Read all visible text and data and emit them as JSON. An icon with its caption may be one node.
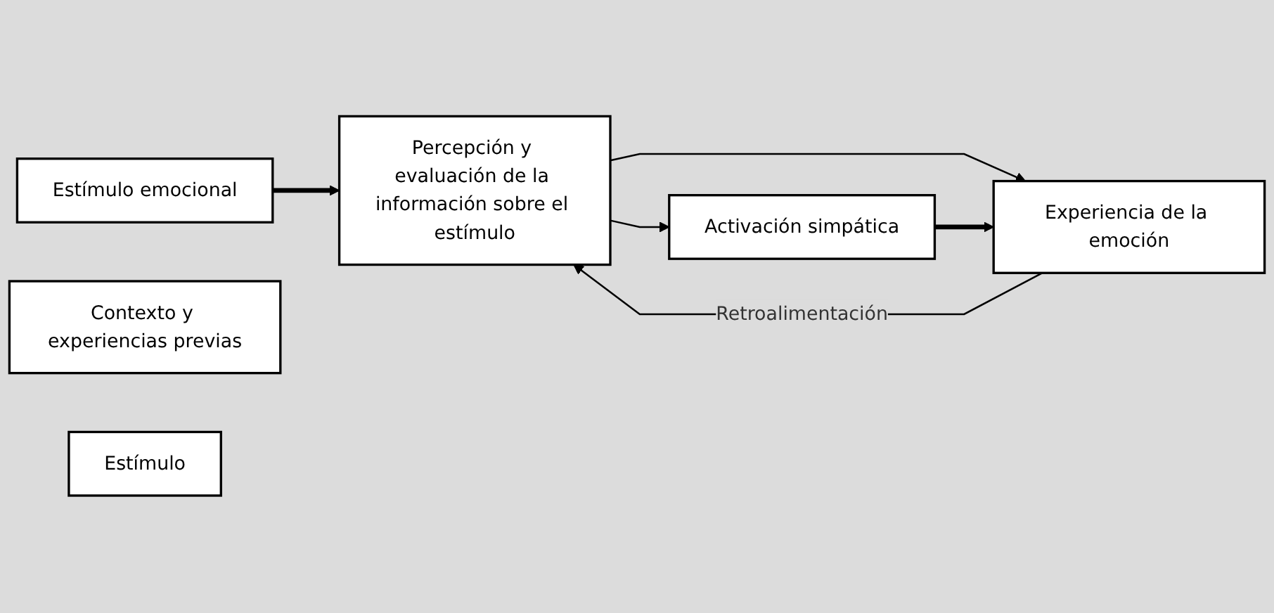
{
  "diagram": {
    "nodes": [
      {
        "text": [
          "Estímulo emocional"
        ]
      },
      {
        "text": [
          "Percepción y evaluación de la información sobre el estímulo"
        ]
      },
      {
        "text": [
          "Contexto y experiencias previas"
        ]
      },
      {
        "text": [
          "Experiencia de la emoción"
        ]
      },
      {
        "text": [
          "Activación simpática"
        ]
      },
      {
        "text": [
          "Estímulo"
        ]
      }
    ],
    "edges": [
      {
        "from": 0,
        "to": 1,
        "arrow": "to",
        "style": "thick"
      },
      {
        "from": 1,
        "to": 3,
        "arrow": "to"
      },
      {
        "from": 1,
        "to": 4,
        "arrow": "to"
      },
      {
        "from": 4,
        "to": 3,
        "arrow": "to",
        "style": "thick"
      },
      {
        "from": 3,
        "to": 1,
        "arrow": "to",
        "label": "Retroalimentación"
      }
    ]
  }
}
